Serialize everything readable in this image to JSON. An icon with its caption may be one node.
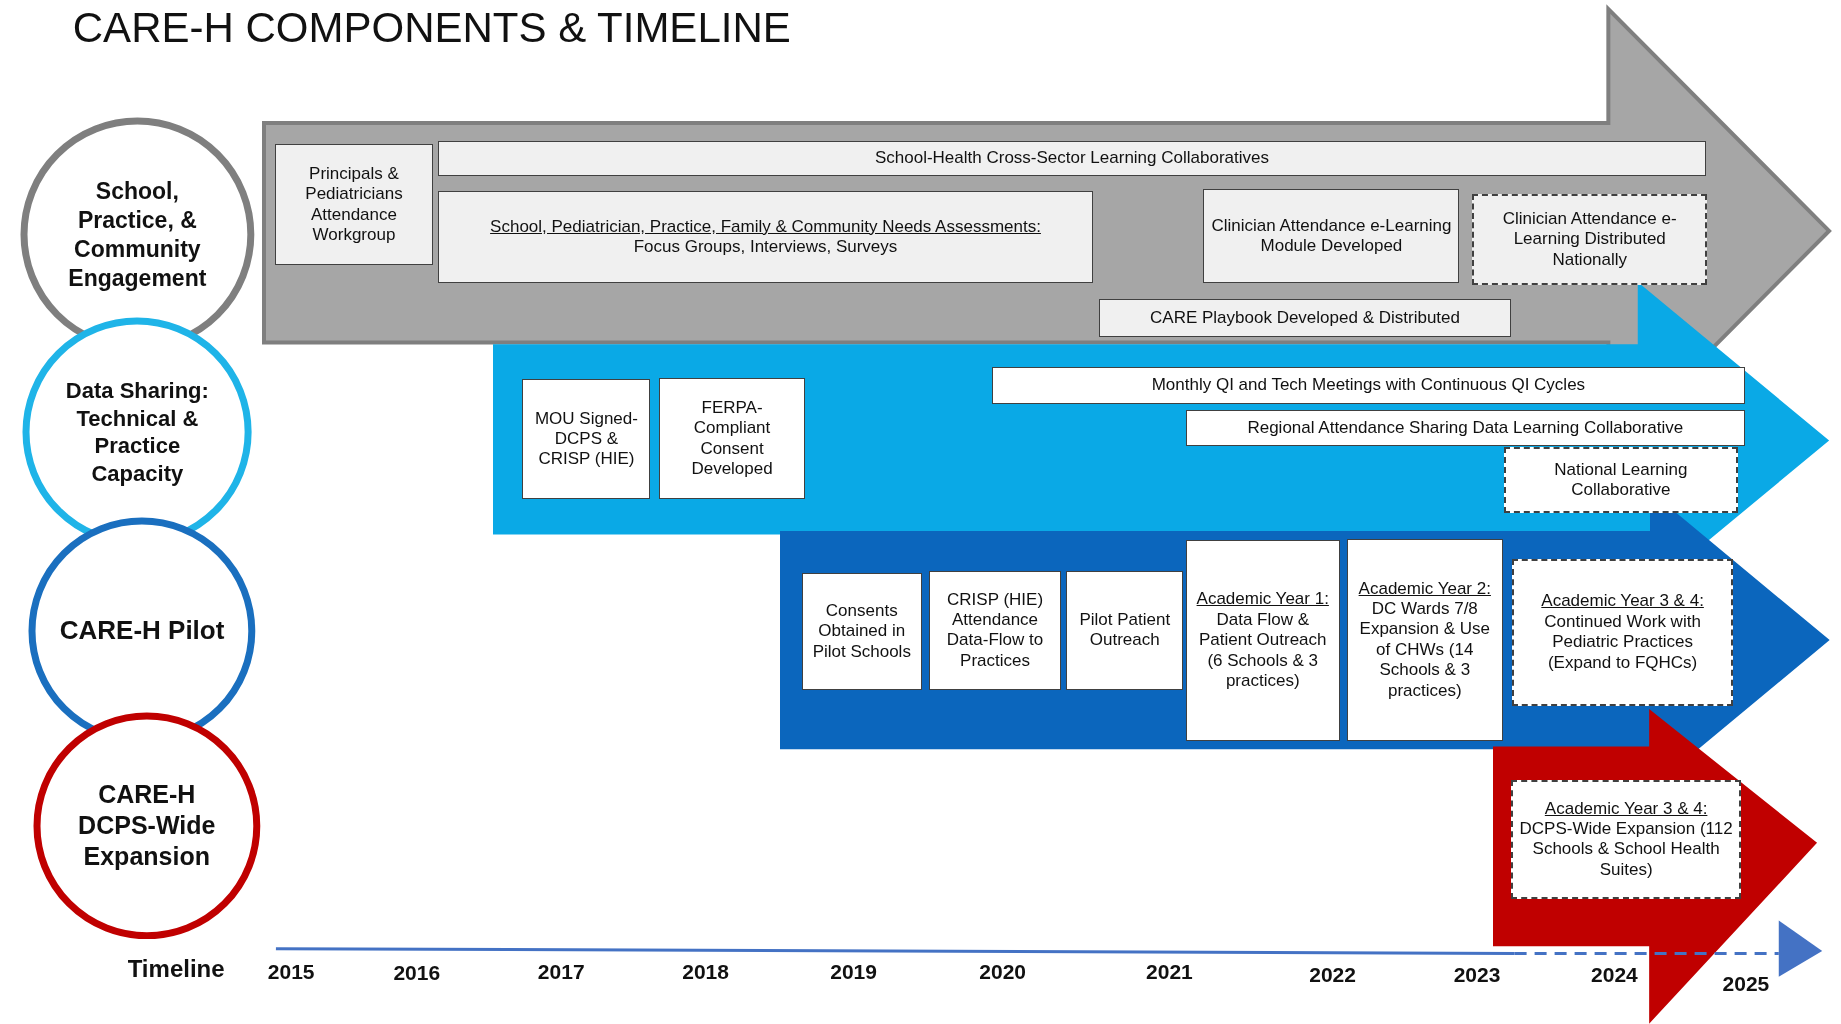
{
  "diagram": {
    "title": "CARE-H COMPONENTS & TIMELINE",
    "nodes": [
      {
        "text": [
          "School, Practice, & Community Engagement"
        ]
      },
      {
        "text": [
          "Data Sharing: Technical & Practice Capacity"
        ]
      },
      {
        "text": [
          "CARE-H Pilot"
        ]
      },
      {
        "text": [
          "CARE-H DCPS-Wide Expansion"
        ]
      },
      {
        "text": [],
        "shape": "arrow"
      },
      {
        "text": [
          "Principals & Pediatricians Attendance Workgroup"
        ],
        "in": 4
      },
      {
        "text": [
          "School-Health Cross-Sector Learning Collaboratives"
        ],
        "in": 4
      },
      {
        "text": [
          "School, Pediatrician, Practice, Family & Community Needs Assessments:",
          "Focus Groups, Interviews, Surveys"
        ],
        "in": 4
      },
      {
        "text": [
          "Clinician Attendance e-Learning Module Developed"
        ],
        "in": 4
      },
      {
        "text": [
          "Clinician Attendance e-Learning Distributed Nationally"
        ],
        "in": 4
      },
      {
        "text": [
          "CARE Playbook Developed & Distributed"
        ],
        "in": 4
      },
      {
        "text": [],
        "shape": "arrow"
      },
      {
        "text": [
          "MOU Signed-DCPS & CRISP (HIE)"
        ],
        "in": 11
      },
      {
        "text": [
          "FERPA-Compliant Consent Developed"
        ],
        "in": 11
      },
      {
        "text": [
          "Monthly QI and Tech Meetings with Continuous QI Cycles"
        ],
        "in": 11
      },
      {
        "text": [
          "Regional Attendance Sharing Data Learning Collaborative"
        ],
        "in": 11
      },
      {
        "text": [
          "National Learning Collaborative"
        ],
        "in": 11
      },
      {
        "text": [],
        "shape": "arrow"
      },
      {
        "text": [
          "Consents Obtained in Pilot Schools"
        ],
        "in": 17
      },
      {
        "text": [
          "CRISP (HIE) Attendance Data-Flow to Practices"
        ],
        "in": 17
      },
      {
        "text": [
          "Pilot Patient Outreach"
        ],
        "in": 17
      },
      {
        "text": [
          "Academic Year 1:",
          "Data Flow & Patient Outreach (6 Schools & 3 practices)"
        ],
        "in": 17
      },
      {
        "text": [
          "Academic Year 2:",
          "DC Wards 7/8 Expansion & Use of CHWs (14 Schools & 3 practices)"
        ],
        "in": 17
      },
      {
        "text": [
          "Academic Year 3 & 4:",
          "Continued Work with Pediatric Practices (Expand to FQHCs)"
        ],
        "in": 17
      },
      {
        "text": [],
        "shape": "arrow"
      },
      {
        "text": [
          "Academic Year 3 & 4:",
          "DCPS-Wide Expansion (112 Schools & School Health Suites)"
        ],
        "in": 24
      }
    ],
    "labels": [
      "Timeline",
      "2015",
      "2016",
      "2017",
      "2018",
      "2019",
      "2020",
      "2021",
      "2022",
      "2023",
      "2024",
      "2025"
    ]
  }
}
